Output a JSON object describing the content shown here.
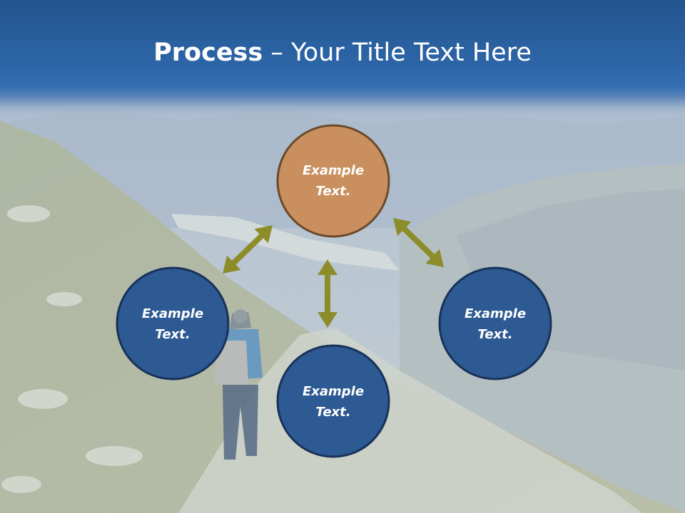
{
  "slide": {
    "title_bold": "Process",
    "title_rest": " – Your Title Text Here"
  },
  "nodes": [
    {
      "id": "top",
      "line1": "Example",
      "line2": "Text.",
      "color": "#c98f5e",
      "border": "#6b4a2a"
    },
    {
      "id": "left",
      "line1": "Example",
      "line2": "Text.",
      "color": "#2d5a92",
      "border": "#18325a"
    },
    {
      "id": "bottom",
      "line1": "Example",
      "line2": "Text.",
      "color": "#2d5a92",
      "border": "#18325a"
    },
    {
      "id": "right",
      "line1": "Example",
      "line2": "Text.",
      "color": "#2d5a92",
      "border": "#18325a"
    }
  ],
  "arrow_color": "#8c8d2a",
  "colors": {
    "header": "#2d66a8",
    "title_text": "#ffffff"
  }
}
